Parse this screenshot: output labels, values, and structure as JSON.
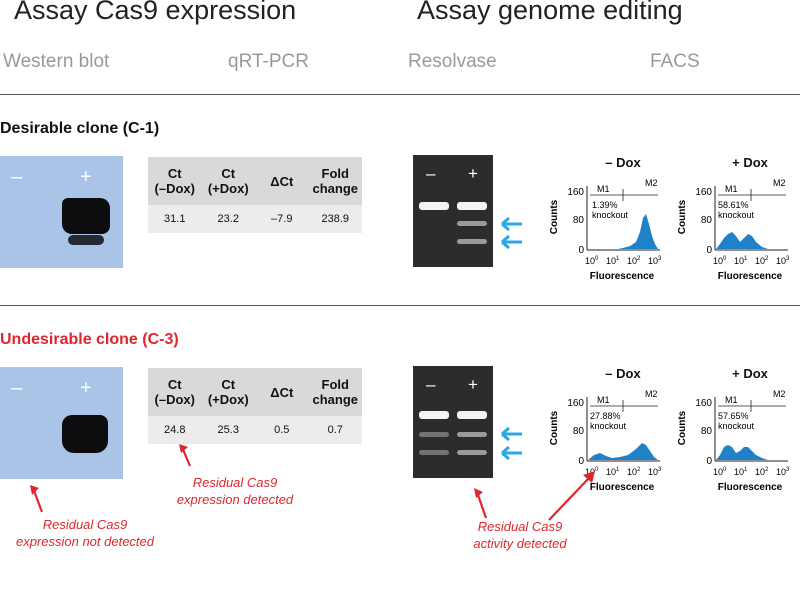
{
  "headers": {
    "cas9_title": "Assay Cas9 expression",
    "editing_title": "Assay genome editing",
    "col_western": "Western blot",
    "col_qrtpcr": "qRT-PCR",
    "col_resolvase": "Resolvase",
    "col_facs": "FACS"
  },
  "clones": [
    {
      "title": "Desirable clone (C-1)",
      "title_color": "#111111",
      "blot": {
        "minus": "–",
        "plus": "+"
      },
      "pcr": {
        "headers": [
          "Ct\n(–Dox)",
          "Ct\n(+Dox)",
          "ΔCt",
          "Fold\nchange"
        ],
        "values": [
          "31.1",
          "23.2",
          "–7.9",
          "238.9"
        ]
      },
      "gel": {
        "minus": "–",
        "plus": "+"
      },
      "facs": [
        {
          "title": "– Dox",
          "m1": "M1",
          "m2": "M2",
          "pct": "1.39%",
          "knockout": "knockout",
          "ylabel": "Counts",
          "xlabel": "Fluorescence",
          "yticks": [
            "160",
            "80",
            "0"
          ]
        },
        {
          "title": "+ Dox",
          "m1": "M1",
          "m2": "M2",
          "pct": "58.61%",
          "knockout": "knockout",
          "ylabel": "Counts",
          "xlabel": "Fluorescence",
          "yticks": [
            "160",
            "80",
            "0"
          ]
        }
      ]
    },
    {
      "title": "Undesirable clone (C-3)",
      "title_color": "#e0262d",
      "blot": {
        "minus": "–",
        "plus": "+"
      },
      "pcr": {
        "headers": [
          "Ct\n(–Dox)",
          "Ct\n(+Dox)",
          "ΔCt",
          "Fold\nchange"
        ],
        "values": [
          "24.8",
          "25.3",
          "0.5",
          "0.7"
        ]
      },
      "gel": {
        "minus": "–",
        "plus": "+"
      },
      "facs": [
        {
          "title": "– Dox",
          "m1": "M1",
          "m2": "M2",
          "pct": "27.88%",
          "knockout": "knockout",
          "ylabel": "Counts",
          "xlabel": "Fluorescence",
          "yticks": [
            "160",
            "80",
            "0"
          ]
        },
        {
          "title": "+ Dox",
          "m1": "M1",
          "m2": "M2",
          "pct": "57.65%",
          "knockout": "knockout",
          "ylabel": "Counts",
          "xlabel": "Fluorescence",
          "yticks": [
            "160",
            "80",
            "0"
          ]
        }
      ]
    }
  ],
  "annotations": {
    "western": "Residual Cas9\nexpression not detected",
    "pcr": "Residual Cas9\nexpression detected",
    "gel": "Residual Cas9\nactivity detected"
  },
  "colors": {
    "accent_red": "#e0262d",
    "facs_blue": "#1f82c8",
    "arrow_blue": "#27a9e8",
    "blot_blue": "#a9c4e6"
  },
  "icons": [
    "right-arrow-icon",
    "left-arrow-icon",
    "diagonal-arrow-icon"
  ]
}
